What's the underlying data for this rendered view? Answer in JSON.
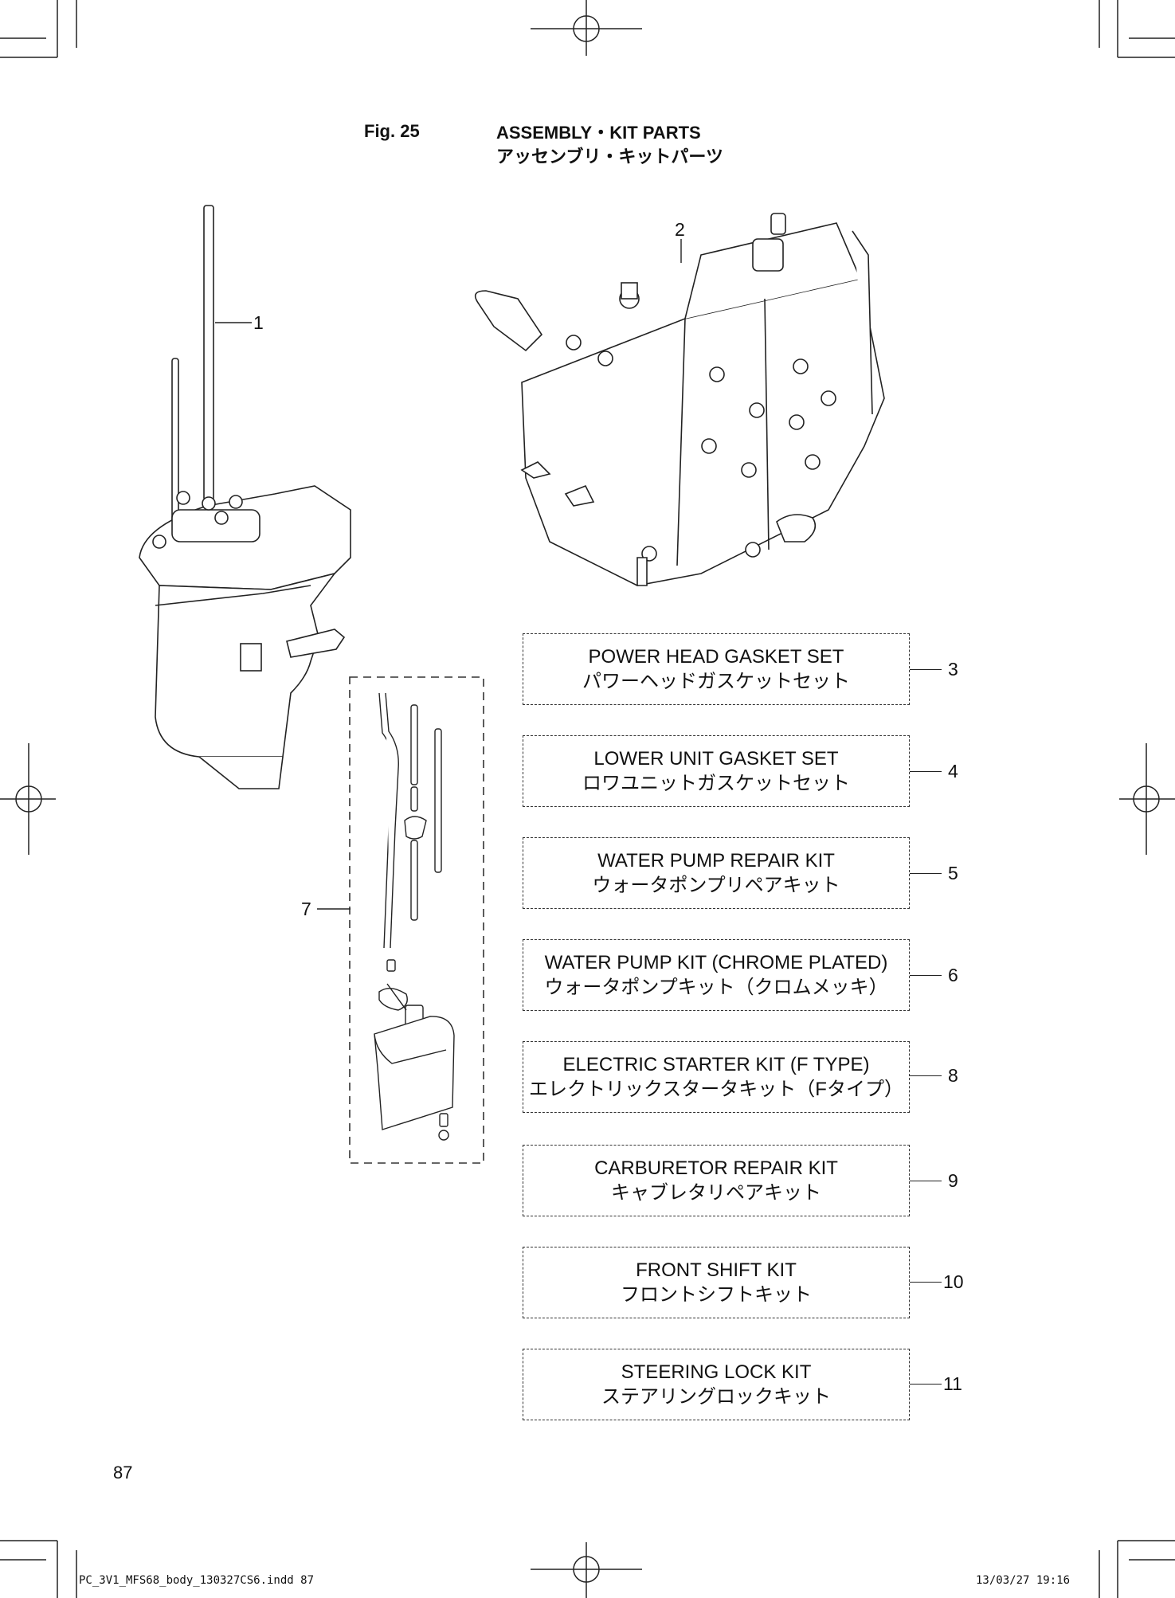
{
  "figure": {
    "number": "Fig. 25",
    "title_en": "ASSEMBLY・KIT PARTS",
    "title_ja": "アッセンブリ・キットパーツ"
  },
  "callouts": {
    "c1": "1",
    "c2": "2",
    "c7": "7"
  },
  "kits": [
    {
      "number": "3",
      "name_en": "POWER HEAD GASKET SET",
      "name_ja": "パワーヘッドガスケットセット"
    },
    {
      "number": "4",
      "name_en": "LOWER UNIT GASKET SET",
      "name_ja": "ロワユニットガスケットセット"
    },
    {
      "number": "5",
      "name_en": "WATER PUMP REPAIR KIT",
      "name_ja": "ウォータポンプリペアキット"
    },
    {
      "number": "6",
      "name_en": "WATER PUMP KIT (CHROME PLATED)",
      "name_ja": "ウォータポンプキット（クロムメッキ）"
    },
    {
      "number": "8",
      "name_en": "ELECTRIC STARTER KIT (F TYPE)",
      "name_ja": "エレクトリックスタータキット（Fタイプ）"
    },
    {
      "number": "9",
      "name_en": "CARBURETOR REPAIR KIT",
      "name_ja": "キャブレタリペアキット"
    },
    {
      "number": "10",
      "name_en": "FRONT SHIFT KIT",
      "name_ja": "フロントシフトキット"
    },
    {
      "number": "11",
      "name_en": "STEERING LOCK KIT",
      "name_ja": "ステアリングロックキット"
    }
  ],
  "page_number": "87",
  "footer": {
    "file": "PC_3V1_MFS68_body_130327CS6.indd   87",
    "date": "13/03/27   19:16"
  }
}
